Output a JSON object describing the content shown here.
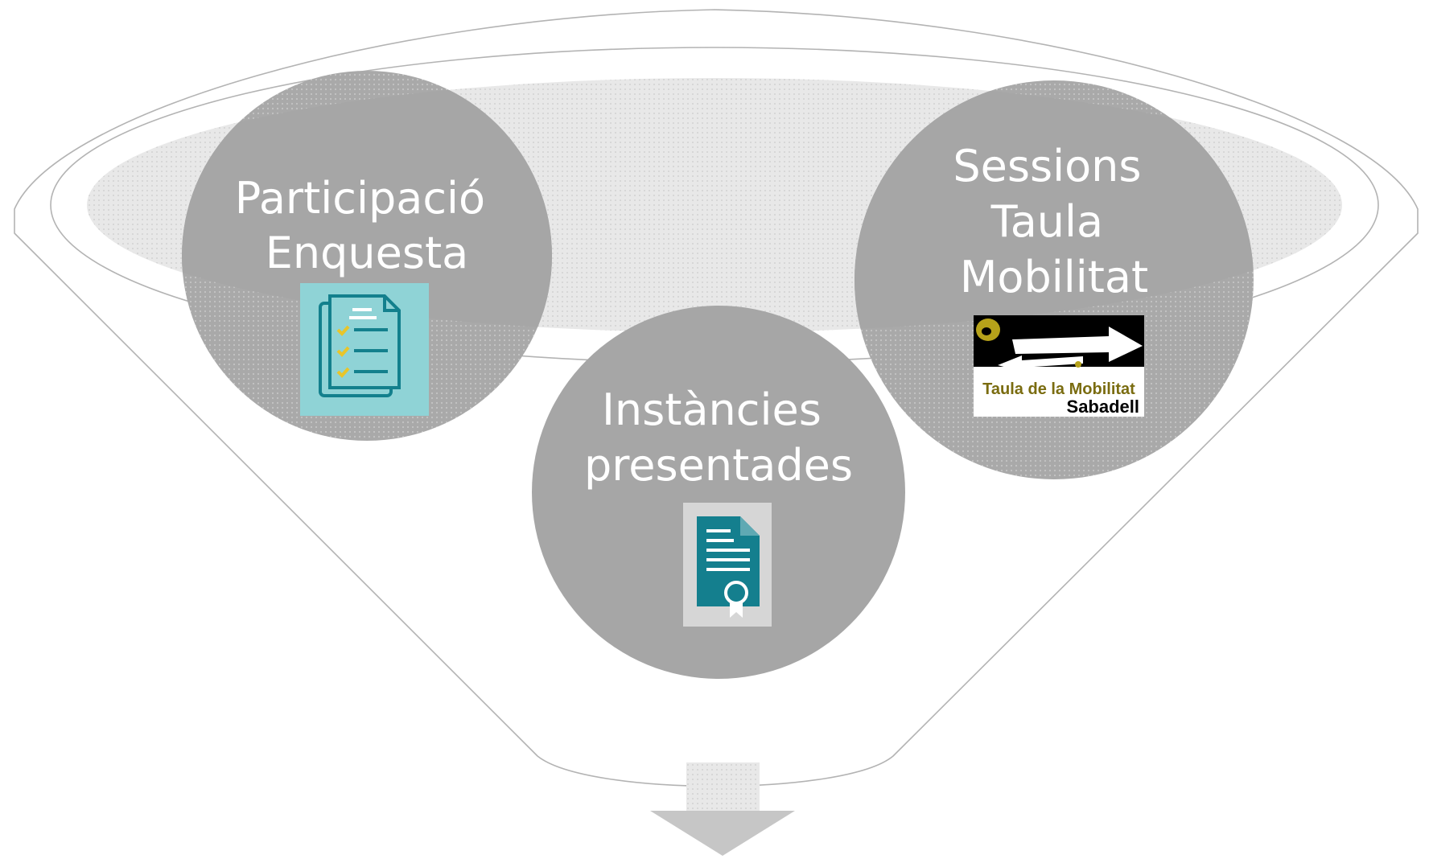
{
  "diagram": {
    "type": "funnel",
    "inputs": [
      {
        "id": "participacio",
        "label_lines": [
          "Participació",
          "Enquesta"
        ],
        "icon": "checklist-document-icon",
        "icon_colors": {
          "background": "#8fd3d6",
          "stroke": "#13808d",
          "check": "#e8c52a"
        }
      },
      {
        "id": "instancies",
        "label_lines": [
          "Instàncies",
          "presentades"
        ],
        "icon": "certificate-document-icon",
        "icon_colors": {
          "background": "#d6d6d6",
          "document": "#147f8e",
          "lines": "#ffffff"
        }
      },
      {
        "id": "sessions",
        "label_lines": [
          "Sessions",
          "Taula",
          "Mobilitat"
        ],
        "logo": {
          "name": "taula-mobilitat-logo",
          "text_line1": "Taula de la Mobilitat",
          "text_line2": "Sabadell",
          "colors": {
            "band": "#000000",
            "arrows": "#ffffff",
            "accent": "#b6a21a",
            "text1": "#7a6c10",
            "text2": "#000000"
          }
        }
      }
    ],
    "output_arrow": {
      "direction": "down",
      "color": "#c6c6c6"
    },
    "colors": {
      "bubble": "#a6a6a6",
      "bubble_text": "#ffffff",
      "funnel_outline": "#b3b3b3",
      "funnel_rim_fill": "#e6e6e6"
    }
  }
}
